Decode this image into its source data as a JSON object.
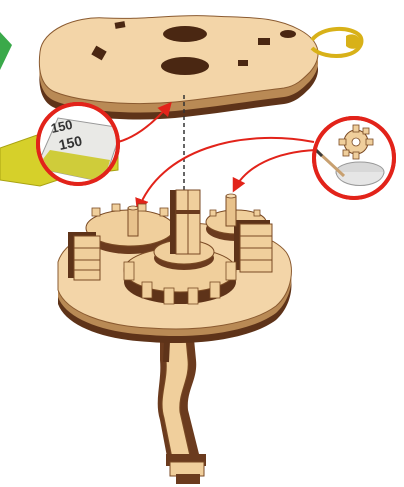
{
  "sandpaper_callout": {
    "grit_top": "150",
    "grit_bottom": "150",
    "icon": "sandpaper-icon"
  },
  "glue_callout": {
    "icon": "glue-and-brush-icon"
  },
  "colors": {
    "wood_face": "#f2d3a6",
    "wood_edge": "#6b3b1e",
    "arrow": "#e2231a",
    "callout_ring": "#e2231a",
    "sandpaper": "#d7d22d",
    "previous_step_arrow": "#3aa94a"
  },
  "parts": [
    "top-lid",
    "gear-assembly",
    "base-plate",
    "handle"
  ]
}
